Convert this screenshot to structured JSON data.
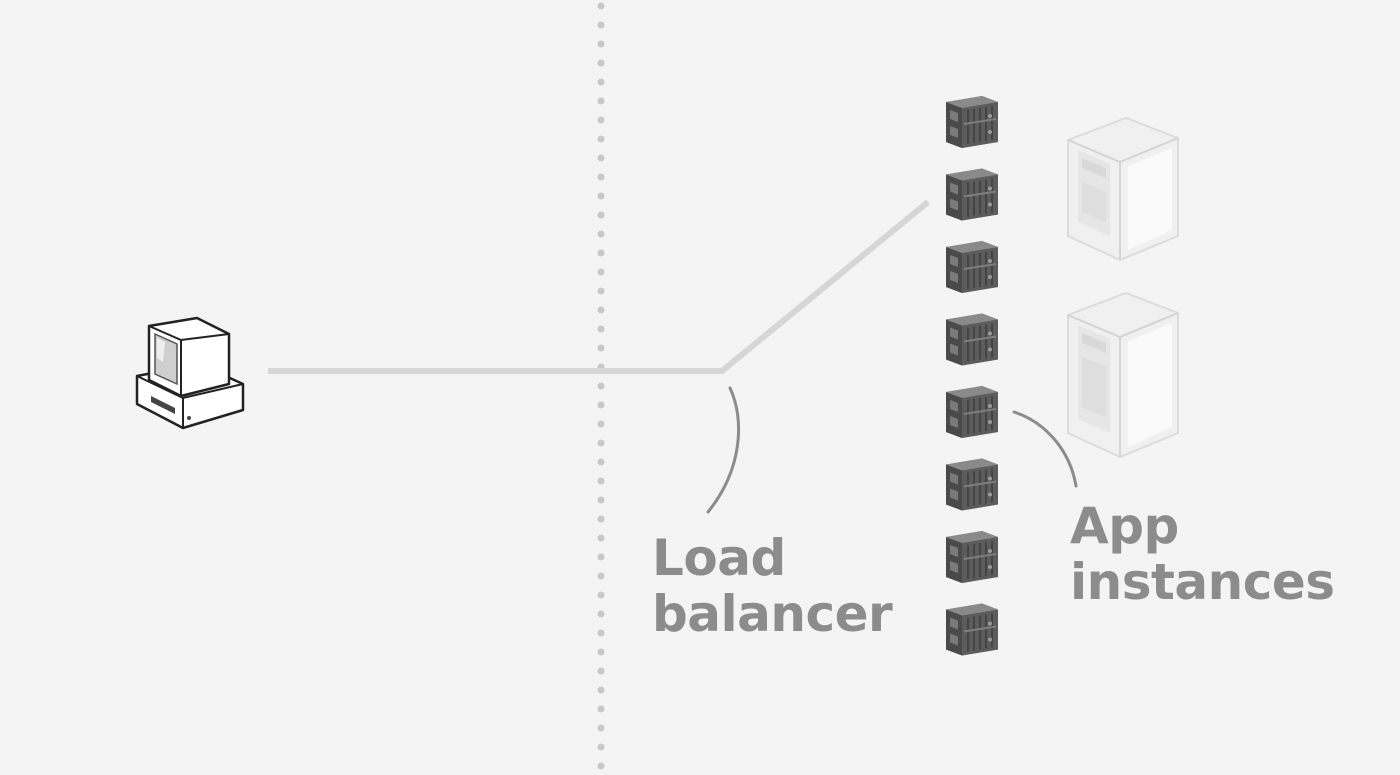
{
  "labels": {
    "load_balancer": [
      "Load",
      "balancer"
    ],
    "app_instances": [
      "App",
      "instances"
    ]
  },
  "containers": {
    "count": 8,
    "color": "#5a5a5a"
  },
  "servers": {
    "count": 2
  },
  "colors": {
    "background": "#f4f4f4",
    "connector": "#d6d6d6",
    "divider": "#c8c8c8",
    "annotation": "#8c8c8c"
  },
  "icons": [
    "client-computer-icon",
    "container-icon",
    "server-tower-icon"
  ]
}
